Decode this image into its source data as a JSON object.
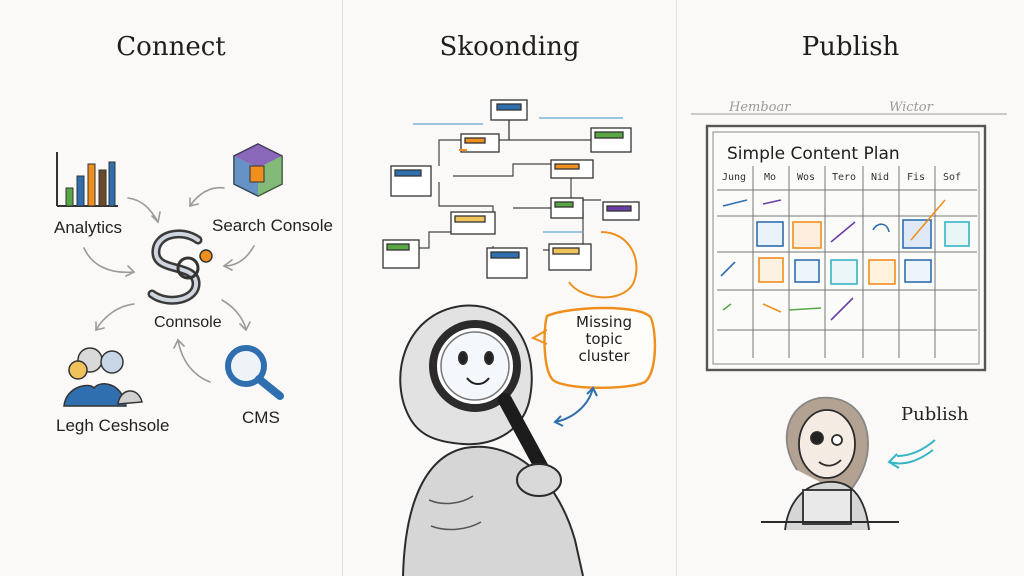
{
  "panels": {
    "connect": {
      "title": "Connect",
      "labels": {
        "analytics": "Analytics",
        "search_console": "Search Console",
        "console": "Connsole",
        "cms": "CMS",
        "legh": "Legh Ceshsole"
      }
    },
    "scouting": {
      "title": "Skoonding",
      "callout": [
        "Missing",
        "topic",
        "cluster"
      ]
    },
    "publish": {
      "title": "Publish",
      "top_notes": [
        "Hemboar",
        "Wictor"
      ],
      "plan_title": "Simple Content Plan",
      "days": [
        "Jung",
        "Mo",
        "Wos",
        "Tero",
        "Nid",
        "Fis",
        "Sof"
      ],
      "publish_label": "Publish"
    }
  },
  "colors": {
    "orange": "#ef8f1e",
    "blue": "#2f6fb0",
    "teal": "#36b5c4",
    "green": "#57a844",
    "purple": "#6a3fa6",
    "pencil": "#3a3a3a"
  }
}
